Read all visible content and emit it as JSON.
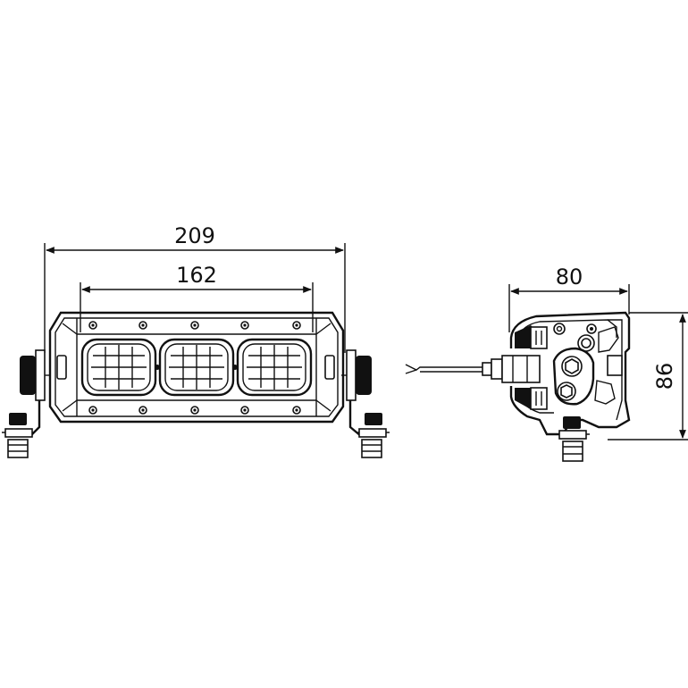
{
  "dimensions": {
    "overall_width": "209",
    "lens_width": "162",
    "side_depth": "80",
    "side_height": "86"
  },
  "colors": {
    "line": "#111111",
    "background": "#ffffff"
  },
  "views": [
    "front-view",
    "side-view"
  ]
}
